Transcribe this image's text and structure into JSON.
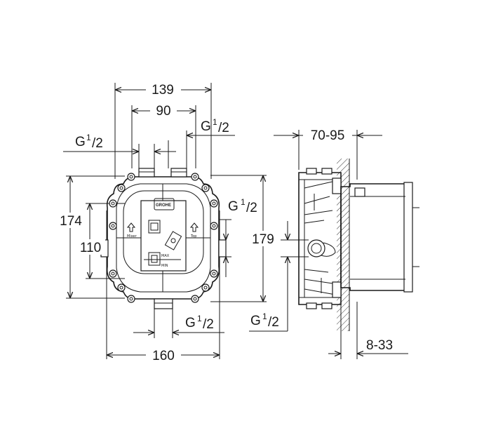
{
  "brand": "GROHE",
  "dimensions": {
    "overall_width": "139",
    "inner_spacing": "90",
    "body_height": "174",
    "port_spacing": "110",
    "total_height": "179",
    "base_width": "160",
    "depth_range": "70-95",
    "wall_range": "8-33"
  },
  "thread_labels": {
    "top_left": {
      "main": "G",
      "sup": "1",
      "sub": "/2"
    },
    "top_right": {
      "main": "G",
      "sup": "1",
      "sub": "/2"
    },
    "right": {
      "main": "G",
      "sup": "1",
      "sub": "/2"
    },
    "bottom": {
      "main": "G",
      "sup": "1",
      "sub": "/2"
    },
    "side_view": {
      "main": "G",
      "sup": "1",
      "sub": "/2"
    }
  },
  "markings": {
    "left_arrow_text": "Mixer",
    "right_arrow_text": "Top",
    "max_text": "MAX",
    "min_text": "MIN"
  }
}
